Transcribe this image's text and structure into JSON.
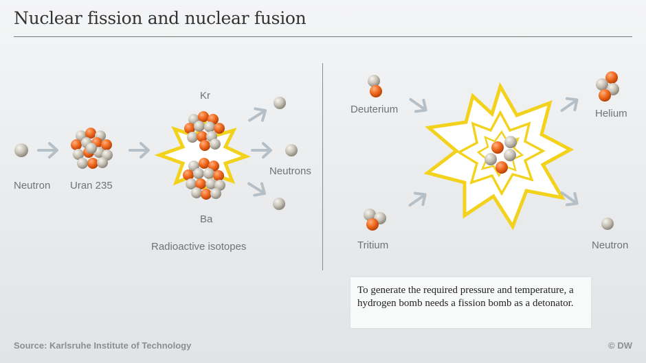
{
  "title": "Nuclear fission and nuclear fusion",
  "fission": {
    "neutron_label": "Neutron",
    "uranium_label": "Uran 235",
    "kr_label": "Kr",
    "ba_label": "Ba",
    "neutrons_label": "Neutrons",
    "isotopes_label": "Radioactive isotopes"
  },
  "fusion": {
    "deuterium_label": "Deuterium",
    "tritium_label": "Tritium",
    "helium_label": "Helium",
    "neutron_label": "Neutron"
  },
  "note": "To generate the required pressure and temperature, a hydrogen bomb needs a fission bomb as a detonator.",
  "footer": {
    "source": "Source: Karlsruhe Institute of Technology",
    "copyright": "© DW"
  },
  "colors": {
    "proton": "#f06a1f",
    "neutron": "#c9c3b8",
    "arrow": "#b4bfc7",
    "burst": "#f3d21e"
  }
}
